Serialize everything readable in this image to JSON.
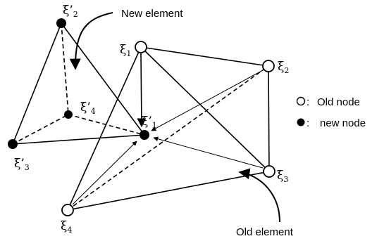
{
  "labels": {
    "new_element": "New element",
    "old_element": "Old element"
  },
  "legend": {
    "old_node_label": "Old node",
    "new_node_label": "new node",
    "separator": ":"
  },
  "nodes": {
    "xi1": {
      "symbol": "ξ",
      "prime": "",
      "index": "1"
    },
    "xi2": {
      "symbol": "ξ",
      "prime": "",
      "index": "2"
    },
    "xi3": {
      "symbol": "ξ",
      "prime": "",
      "index": "3"
    },
    "xi4": {
      "symbol": "ξ",
      "prime": "",
      "index": "4"
    },
    "xp1": {
      "symbol": "ξ",
      "prime": "’",
      "index": "1"
    },
    "xp2": {
      "symbol": "ξ",
      "prime": "’",
      "index": "2"
    },
    "xp3": {
      "symbol": "ξ",
      "prime": "’",
      "index": "3"
    },
    "xp4": {
      "symbol": "ξ",
      "prime": "’",
      "index": "4"
    }
  }
}
